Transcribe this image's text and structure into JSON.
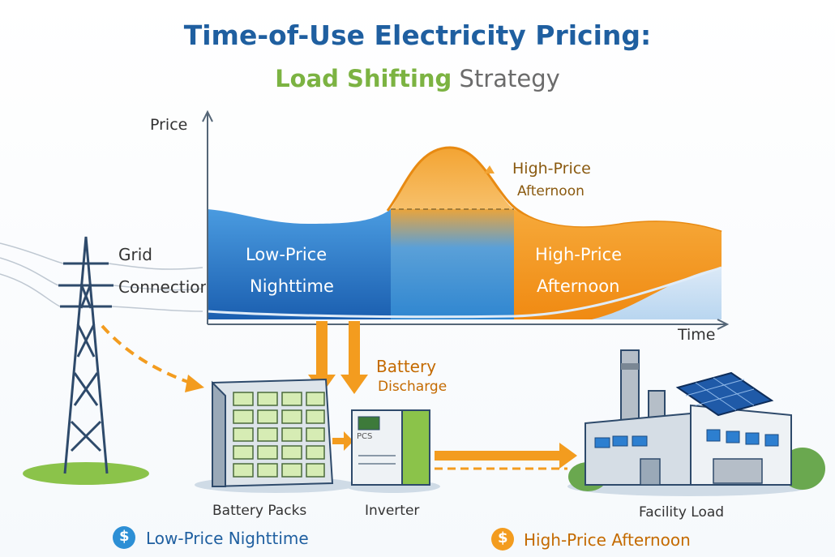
{
  "title": "Time-of-Use Electricity Pricing:",
  "subtitle_highlight": "Load Shifting",
  "subtitle_rest": "Strategy",
  "axes": {
    "y_label": "Price",
    "x_label": "Time"
  },
  "regions": {
    "low": {
      "line1": "Low-Price",
      "line2": "Nighttime"
    },
    "high": {
      "line1": "High-Price",
      "line2": "Afternoon"
    },
    "peak": {
      "line1": "High-Price",
      "line2": "Afternoon"
    }
  },
  "grid": {
    "line1": "Grid",
    "line2": "Connection"
  },
  "discharge": {
    "line1": "Battery",
    "line2": "Discharge"
  },
  "pcs_label": "PCS",
  "components": {
    "battery": "Battery Packs",
    "inverter": "Inverter",
    "facility": "Facility Load"
  },
  "legend": [
    {
      "symbol": "$",
      "text": "Low-Price Nighttime",
      "color": "#2d8fd5"
    },
    {
      "symbol": "$",
      "text": "High-Price Afternoon",
      "color": "#f39c1f"
    }
  ],
  "colors": {
    "title": "#1f5fa0",
    "accent_green": "#7cb342",
    "low_blue": "#2d8fd5",
    "high_orange": "#f39c1f",
    "inverter_green": "#8bc34a"
  }
}
